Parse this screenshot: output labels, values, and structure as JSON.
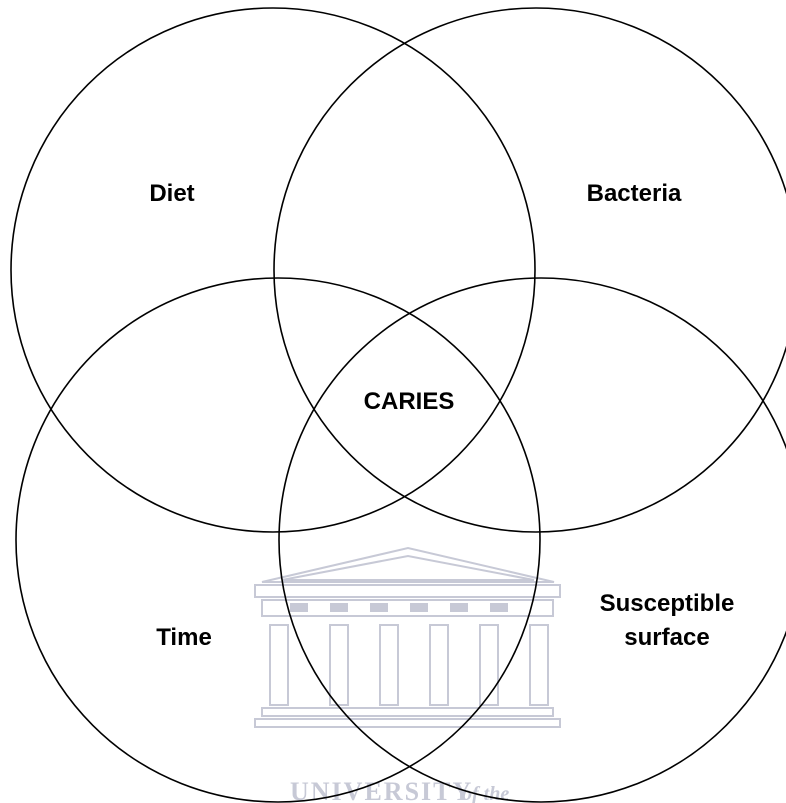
{
  "diagram": {
    "sets": [
      {
        "label": "Diet"
      },
      {
        "label": "Bacteria"
      },
      {
        "label": "Time"
      },
      {
        "label": "Susceptible",
        "label_line2": "surface"
      }
    ],
    "center_label": "CARIES"
  },
  "watermark": {
    "text_main": "UNIVERSITY",
    "text_suffix": "of the"
  }
}
